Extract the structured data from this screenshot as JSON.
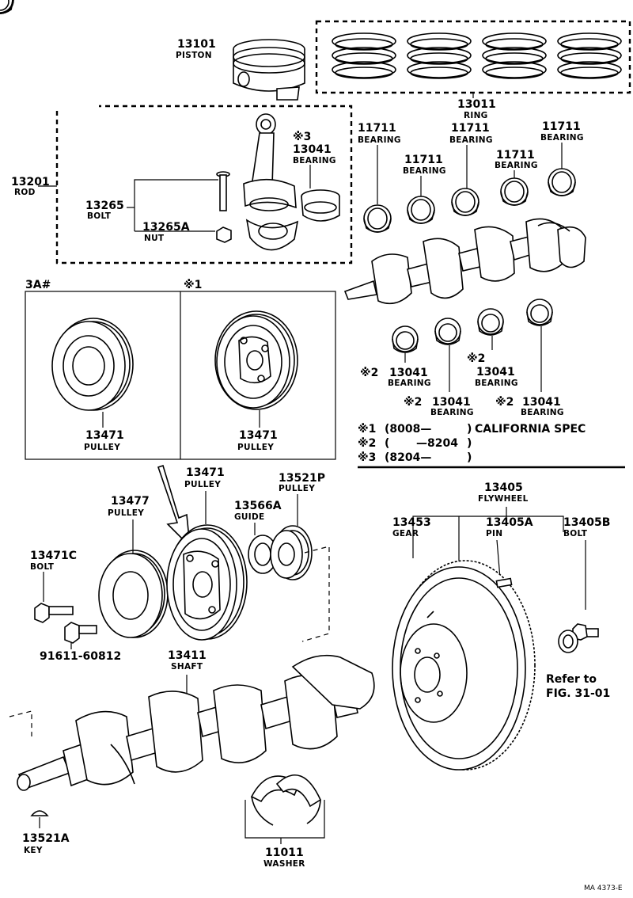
{
  "labels": {
    "piston": {
      "num": "13101",
      "name": "PISTON"
    },
    "ring": {
      "num": "13011",
      "name": "RING"
    },
    "rod": {
      "num": "13201",
      "name": "ROD"
    },
    "rod_bearing": {
      "mark": "※3",
      "num": "13041",
      "name": "BEARING"
    },
    "rod_bolt": {
      "num": "13265",
      "name": "BOLT"
    },
    "rod_nut": {
      "num": "13265A",
      "name": "NUT"
    },
    "main_bearing_1": {
      "num": "11711",
      "name": "BEARING"
    },
    "main_bearing_2": {
      "num": "11711",
      "name": "BEARING"
    },
    "main_bearing_3": {
      "num": "11711",
      "name": "BEARING"
    },
    "main_bearing_4": {
      "num": "11711",
      "name": "BEARING"
    },
    "main_bearing_5": {
      "num": "11711",
      "name": "BEARING"
    },
    "box_a_title": "3A#",
    "box_b_title": "※1",
    "pulley_a": {
      "num": "13471",
      "name": "PULLEY"
    },
    "pulley_b": {
      "num": "13471",
      "name": "PULLEY"
    },
    "lower_bearing_1": {
      "mark": "※2",
      "num": "13041",
      "name": "BEARING"
    },
    "lower_bearing_2": {
      "mark": "※2",
      "num": "13041",
      "name": "BEARING"
    },
    "lower_bearing_3": {
      "mark": "※2",
      "num": "13041",
      "name": "BEARING"
    },
    "lower_bearing_4": {
      "mark": "※2",
      "num": "13041",
      "name": "BEARING"
    },
    "crank_pulley": {
      "num": "13471",
      "name": "PULLEY"
    },
    "timing_pulley": {
      "num": "13521P",
      "name": "PULLEY"
    },
    "guide": {
      "num": "13566A",
      "name": "GUIDE"
    },
    "pulley_13477": {
      "num": "13477",
      "name": "PULLEY"
    },
    "pulley_bolt": {
      "num": "13471C",
      "name": "BOLT"
    },
    "bolt_91611": "91611-60812",
    "flywheel": {
      "num": "13405",
      "name": "FLYWHEEL"
    },
    "gear": {
      "num": "13453",
      "name": "GEAR"
    },
    "pin": {
      "num": "13405A",
      "name": "PIN"
    },
    "flywheel_bolt": {
      "num": "13405B",
      "name": "BOLT"
    },
    "refer_line1": "Refer to",
    "refer_line2": "FIG. 31-01",
    "shaft": {
      "num": "13411",
      "name": "SHAFT"
    },
    "key": {
      "num": "13521A",
      "name": "KEY"
    },
    "washer": {
      "num": "11011",
      "name": "WASHER"
    },
    "figure_code": "MA 4373-E"
  },
  "legend": [
    {
      "mark": "※1",
      "range": "(8008—",
      "close": ")",
      "text": "CALIFORNIA SPEC"
    },
    {
      "mark": "※2",
      "range": "(",
      "range2": "—8204",
      "close": ")"
    },
    {
      "mark": "※3",
      "range": "(8204—",
      "close": ")"
    }
  ]
}
